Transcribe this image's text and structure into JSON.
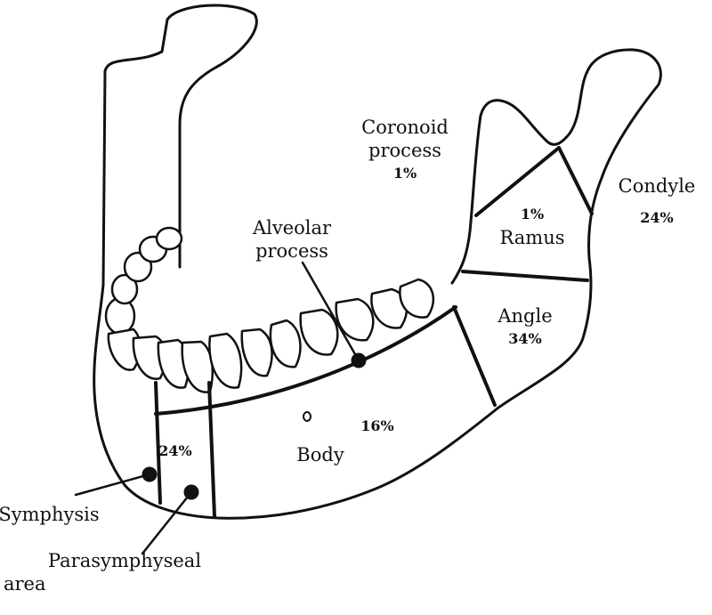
{
  "diagram": {
    "regions": {
      "coronoid": {
        "name_line1": "Coronoid",
        "name_line2": "process",
        "percent": "1%"
      },
      "ramus": {
        "name": "Ramus",
        "percent": "1%"
      },
      "condyle": {
        "name": "Condyle",
        "percent": "24%"
      },
      "alveolar": {
        "name_line1": "Alveolar",
        "name_line2": "process"
      },
      "angle": {
        "name": "Angle",
        "percent": "34%"
      },
      "body": {
        "name": "Body",
        "percent": "16%"
      },
      "symphysis_region": {
        "percent": "24%"
      },
      "symphysis": {
        "name": "Symphysis"
      },
      "parasymphyseal": {
        "name_line1": "Parasymphyseal",
        "name_line2": "area"
      }
    },
    "colors": {
      "ink": "#111111",
      "background": "#ffffff"
    }
  }
}
